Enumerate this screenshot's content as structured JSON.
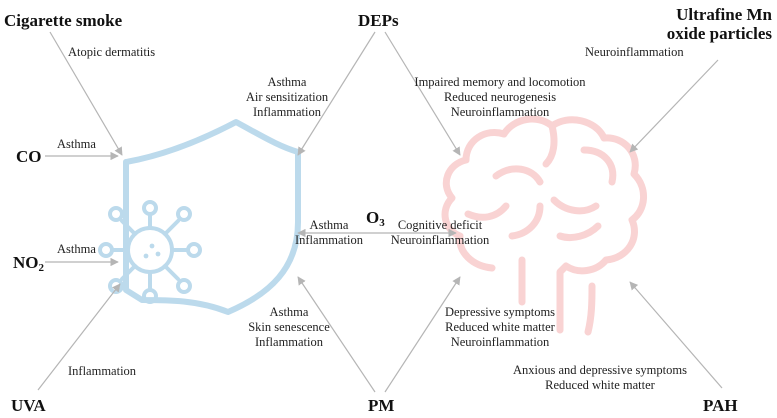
{
  "colors": {
    "shield": "#bcdaec",
    "virus": "#bcdaec",
    "brain": "#f9d3d3",
    "arrow": "#b5b5b5",
    "text": "#222222"
  },
  "sources": {
    "cigarette": "Cigarette smoke",
    "co": "CO",
    "no2_base": "NO",
    "no2_sub": "2",
    "uva": "UVA",
    "deps": "DEPs",
    "o3_base": "O",
    "o3_sub": "3",
    "pm": "PM",
    "mn_line1": "Ultrafine Mn",
    "mn_line2": "oxide particles",
    "pah": "PAH"
  },
  "effects": {
    "cigarette": "Atopic dermatitis",
    "co": "Asthma",
    "no2": "Asthma",
    "uva": "Inflammation",
    "deps_immune": [
      "Asthma",
      "Air sensitization",
      "Inflammation"
    ],
    "deps_brain": [
      "Impaired memory and locomotion",
      "Reduced neurogenesis",
      "Neuroinflammation"
    ],
    "o3_immune": [
      "Asthma",
      "Inflammation"
    ],
    "o3_brain": [
      "Cognitive deficit",
      "Neuroinflammation"
    ],
    "pm_immune": [
      "Asthma",
      "Skin senescence",
      "Inflammation"
    ],
    "pm_brain": [
      "Depressive symptoms",
      "Reduced white matter",
      "Neuroinflammation"
    ],
    "mn": "Neuroinflammation",
    "pah": [
      "Anxious and depressive symptoms",
      "Reduced white matter"
    ]
  }
}
